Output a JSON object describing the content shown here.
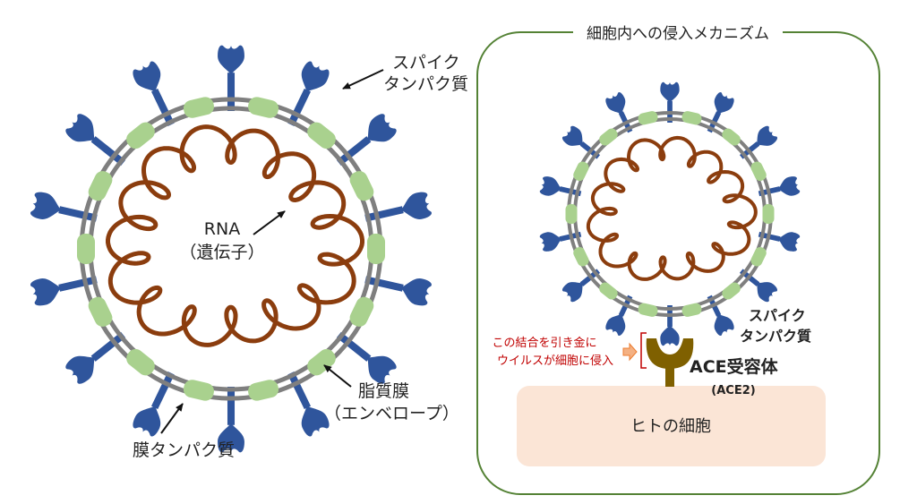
{
  "left_virus": {
    "spike_label_line1": "スパイク",
    "spike_label_line2": "タンパク質",
    "rna_label_line1": "RNA",
    "rna_label_line2": "（遺伝子）",
    "lipid_label_line1": "脂質膜",
    "lipid_label_line2": "（エンベロープ）",
    "membrane_protein_label": "膜タンパク質"
  },
  "right_panel": {
    "title": "細胞内への侵入メカニズム",
    "spike_label_line1": "スパイク",
    "spike_label_line2": "タンパク質",
    "trigger_note_line1": "この結合を引き金に",
    "trigger_note_line2": "ウイルスが細胞に侵入",
    "receptor_label": "ACE受容体",
    "receptor_sublabel": "(ACE2)",
    "cell_label": "ヒトの細胞"
  },
  "colors": {
    "spike": "#2f559c",
    "membrane_protein": "#a9d18e",
    "rna": "#8b3d0e",
    "envelope": "#7f7f7f",
    "receptor": "#7f6000",
    "cell": "#fbe5d6",
    "panel_border": "#548235",
    "note_text": "#c00000"
  }
}
